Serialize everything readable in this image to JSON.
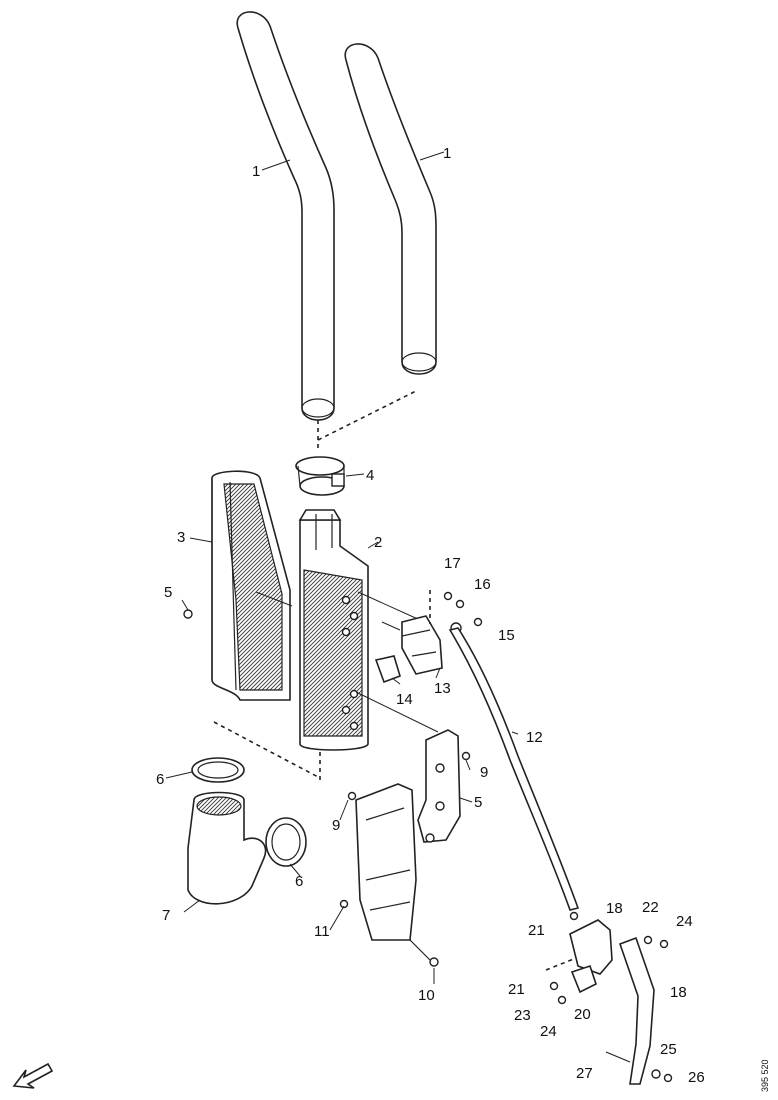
{
  "callouts": [
    {
      "id": "c1a",
      "text": "1"
    },
    {
      "id": "c1b",
      "text": "1"
    },
    {
      "id": "c2",
      "text": "2"
    },
    {
      "id": "c3",
      "text": "3"
    },
    {
      "id": "c4",
      "text": "4"
    },
    {
      "id": "c5a",
      "text": "5"
    },
    {
      "id": "c5b",
      "text": "5"
    },
    {
      "id": "c6a",
      "text": "6"
    },
    {
      "id": "c6b",
      "text": "6"
    },
    {
      "id": "c7",
      "text": "7"
    },
    {
      "id": "c9a",
      "text": "9"
    },
    {
      "id": "c9b",
      "text": "9"
    },
    {
      "id": "c10",
      "text": "10"
    },
    {
      "id": "c11",
      "text": "11"
    },
    {
      "id": "c12",
      "text": "12"
    },
    {
      "id": "c13",
      "text": "13"
    },
    {
      "id": "c14",
      "text": "14"
    },
    {
      "id": "c15",
      "text": "15"
    },
    {
      "id": "c16",
      "text": "16"
    },
    {
      "id": "c17",
      "text": "17"
    },
    {
      "id": "c18a",
      "text": "18"
    },
    {
      "id": "c18b",
      "text": "18"
    },
    {
      "id": "c20",
      "text": "20"
    },
    {
      "id": "c21a",
      "text": "21"
    },
    {
      "id": "c21b",
      "text": "21"
    },
    {
      "id": "c22",
      "text": "22"
    },
    {
      "id": "c23",
      "text": "23"
    },
    {
      "id": "c24a",
      "text": "24"
    },
    {
      "id": "c24b",
      "text": "24"
    },
    {
      "id": "c25",
      "text": "25"
    },
    {
      "id": "c26",
      "text": "26"
    },
    {
      "id": "c27",
      "text": "27"
    }
  ],
  "drawing_code": "395 520",
  "icons": {
    "direction": "front-arrow-icon"
  }
}
